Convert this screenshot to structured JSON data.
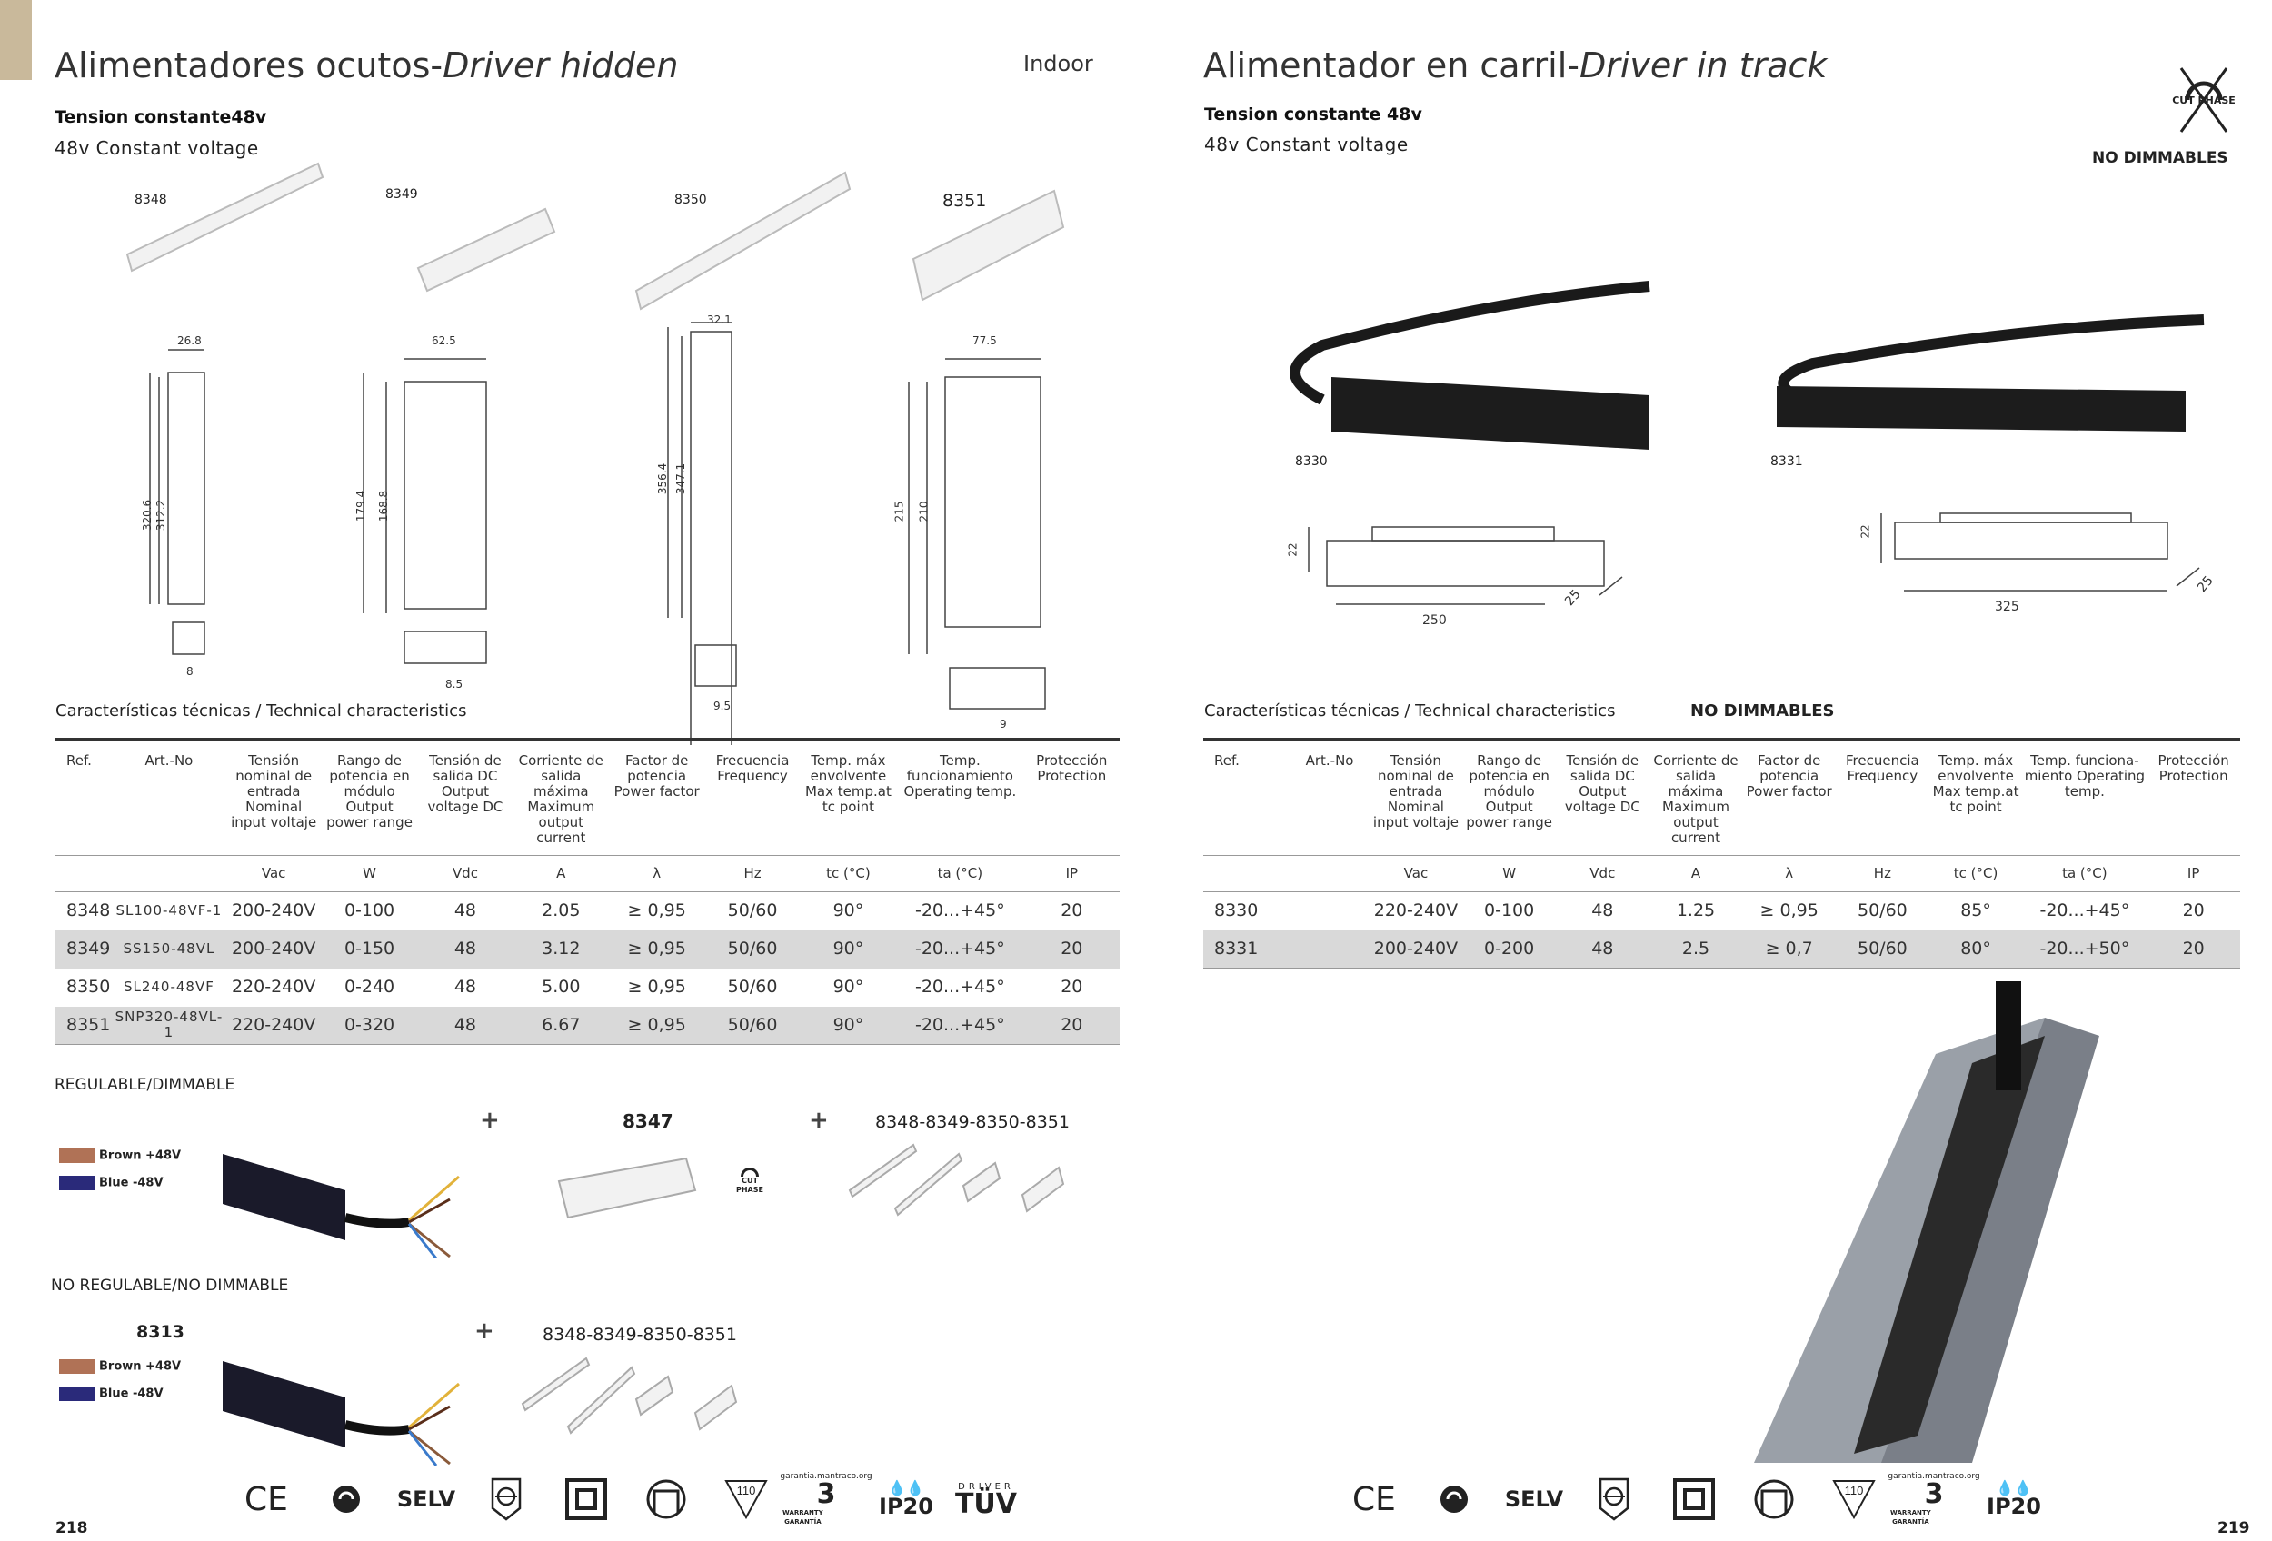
{
  "left": {
    "title_es": "Alimentadores ocutos-",
    "title_en": "Driver hidden",
    "category": "Indoor",
    "subtitle_es": "Tension constante48v",
    "subtitle_en": "48v Constant voltage",
    "products": [
      {
        "ref": "8348",
        "dims": [
          "26.8",
          "320.6",
          "312.2",
          "8"
        ]
      },
      {
        "ref": "8349",
        "dims": [
          "62.5",
          "179.4",
          "168.8",
          "8.5"
        ]
      },
      {
        "ref": "8350",
        "dims": [
          "32.1",
          "356.4",
          "347.1",
          "9.5"
        ]
      },
      {
        "ref": "8351",
        "dims": [
          "77.5",
          "215",
          "210",
          "9"
        ]
      }
    ],
    "tech_label": "Características técnicas / Technical characteristics",
    "table": {
      "headers": [
        "Ref.",
        "Art.-No",
        "Tensión nominal de entrada Nominal input voltaje",
        "Rango de potencia en módulo Output power range",
        "Tensión de salida DC Output voltage DC",
        "Corriente de salida máxima Maximum output current",
        "Factor de potencia Power factor",
        "Frecuencia Frequency",
        "Temp. máx envolvente Max temp.at tc point",
        "Temp. funcionamiento Operating temp.",
        "Protección Protection"
      ],
      "units": [
        "",
        "",
        "Vac",
        "W",
        "Vdc",
        "A",
        "λ",
        "Hz",
        "tc (°C)",
        "ta (°C)",
        "IP"
      ],
      "rows": [
        [
          "8348",
          "SL100-48VF-1",
          "200-240V",
          "0-100",
          "48",
          "2.05",
          "≥ 0,95",
          "50/60",
          "90°",
          "-20...+45°",
          "20"
        ],
        [
          "8349",
          "SS150-48VL",
          "200-240V",
          "0-150",
          "48",
          "3.12",
          "≥ 0,95",
          "50/60",
          "90°",
          "-20...+45°",
          "20"
        ],
        [
          "8350",
          "SL240-48VF",
          "220-240V",
          "0-240",
          "48",
          "5.00",
          "≥ 0,95",
          "50/60",
          "90°",
          "-20...+45°",
          "20"
        ],
        [
          "8351",
          "SNP320-48VL-1",
          "220-240V",
          "0-320",
          "48",
          "6.67",
          "≥ 0,95",
          "50/60",
          "90°",
          "-20...+45°",
          "20"
        ]
      ]
    },
    "dimmable": {
      "title": "REGULABLE/DIMMABLE",
      "brown": "Brown +48V",
      "blue": "Blue -48V",
      "plus": "+",
      "dimmer_ref": "8347",
      "cut": "CUT",
      "phase": "PHASE",
      "drivers": "8348-8349-8350-8351"
    },
    "non_dimmable": {
      "title": "NO REGULABLE/NO DIMMABLE",
      "connector_ref": "8313",
      "brown": "Brown +48V",
      "blue": "Blue -48V",
      "plus": "+",
      "drivers": "8348-8349-8350-8351"
    },
    "page_number": "218"
  },
  "right": {
    "title_es": "Alimentador en carril-",
    "title_en": "Driver in track",
    "subtitle_es": "Tension constante 48v",
    "subtitle_en": "48v Constant voltage",
    "cut_phase": "CUT PHASE",
    "no_dimmables": "NO DIMMABLES",
    "products": [
      {
        "ref": "8330",
        "dims": [
          "22",
          "250",
          "25"
        ]
      },
      {
        "ref": "8331",
        "dims": [
          "22",
          "325",
          "25"
        ]
      }
    ],
    "tech_label": "Características técnicas / Technical characteristics",
    "tech_badge": "NO DIMMABLES",
    "table": {
      "headers": [
        "Ref.",
        "Art.-No",
        "Tensión nominal de entrada Nominal input voltaje",
        "Rango de potencia en módulo Output power range",
        "Tensión de salida DC Output voltage DC",
        "Corriente de salida máxima Maximum output current",
        "Factor de potencia Power factor",
        "Frecuencia Frequency",
        "Temp. máx envolvente Max temp.at tc point",
        "Temp. funciona-miento Operating temp.",
        "Protección Protection"
      ],
      "units": [
        "",
        "",
        "Vac",
        "W",
        "Vdc",
        "A",
        "λ",
        "Hz",
        "tc (°C)",
        "ta (°C)",
        "IP"
      ],
      "rows": [
        [
          "8330",
          "",
          "220-240V",
          "0-100",
          "48",
          "1.25",
          "≥ 0,95",
          "50/60",
          "85°",
          "-20...+45°",
          "20"
        ],
        [
          "8331",
          "",
          "200-240V",
          "0-200",
          "48",
          "2.5",
          "≥ 0,7",
          "50/60",
          "80°",
          "-20...+50°",
          "20"
        ]
      ]
    },
    "page_number": "219"
  },
  "certifications": {
    "ce": "CE",
    "selv": "SELV",
    "temp": "110",
    "warranty_years": "3",
    "warranty_text": "WARRANTY GARANTÍA",
    "warranty_site": "garantia.mantraco.org",
    "ip": "IP20",
    "driver": "DRIVER",
    "tuv": "TÜV"
  },
  "colors": {
    "brown": "#b07256",
    "blue": "#2a2a7a",
    "tab": "#c9b99b",
    "row_alt": "#d9d9d9"
  }
}
